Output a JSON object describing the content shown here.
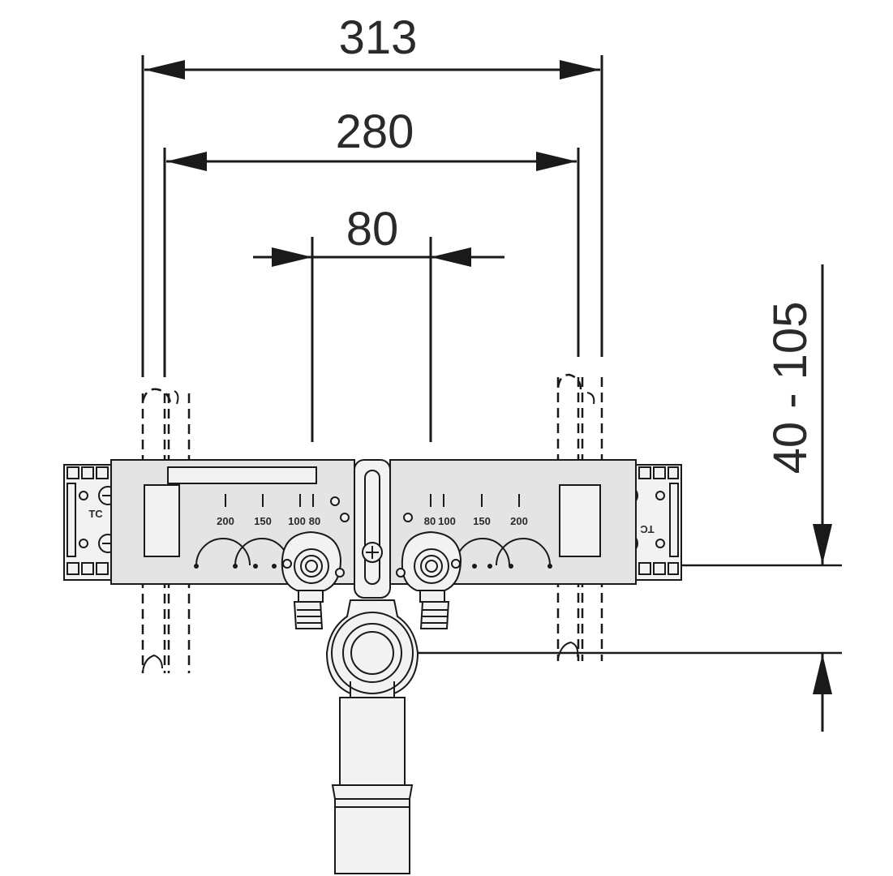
{
  "dimensions": {
    "overall_width": "313",
    "pipe_spacing": "280",
    "outlet_spacing": "80",
    "depth_range": "40 - 105"
  },
  "scale_labels": {
    "left": [
      "200",
      "150",
      "100",
      "80"
    ],
    "right": [
      "80",
      "100",
      "150",
      "200"
    ]
  },
  "plate_marks": {
    "brand_left": "TC",
    "brand_right": "TC"
  },
  "colors": {
    "line": "#1a1a1a",
    "plate": "#e4e4e4",
    "text": "#2a2a2a"
  }
}
